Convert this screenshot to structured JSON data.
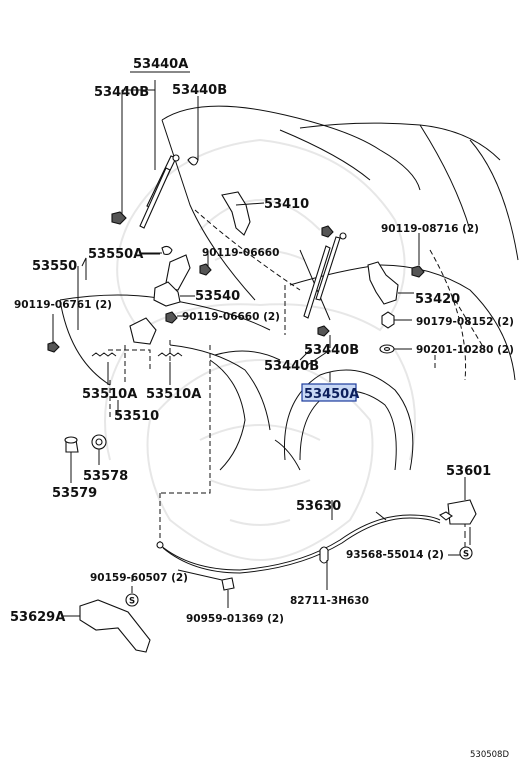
{
  "labels": {
    "hood_support_set": "53440A",
    "stay_left": "53440B",
    "stay_right_top": "53440B",
    "hood_hinge": "53410",
    "lock_release": "53550A",
    "bolt_06660_a": "90119-06660",
    "lock_assy": "53550",
    "bolt_06761": "90119-06761 (2)",
    "lock_bracket": "53540",
    "bolt_06660_b": "90119-06660 (2)",
    "spring_left": "53510A",
    "spring_right": "53510A",
    "lock_support": "53510",
    "cushion": "53578",
    "bumper": "53579",
    "bolt_08716": "90119-08716 (2)",
    "hinge_right": "53420",
    "nut_08152": "90179-08152 (2)",
    "washer_10280": "90201-10280 (2)",
    "stay_right_bottom": "53440B",
    "stay_lower": "53440B",
    "selected_part": "53450A",
    "release_lever": "53601",
    "cable": "53630",
    "clip_55014": "93568-55014 (2)",
    "screw_60507": "90159-60507 (2)",
    "clamp_3h630": "82711-3H630",
    "handle": "53629A",
    "clip_01369": "90959-01369 (2)",
    "s_marker": "S",
    "diagram_code": "530508D"
  },
  "colors": {
    "line": "#111111",
    "highlight_fill": "#c8d8f5",
    "highlight_border": "#1d3d9c",
    "watermark": "#c9c9c9"
  },
  "icons": [
    "gas-strut-icon",
    "hinge-icon",
    "hood-lock-icon",
    "bolt-icon",
    "nut-icon",
    "washer-icon",
    "spring-icon",
    "release-lever-icon",
    "cable-clamp-icon",
    "hood-handle-icon",
    "watermark-emblem-icon"
  ]
}
